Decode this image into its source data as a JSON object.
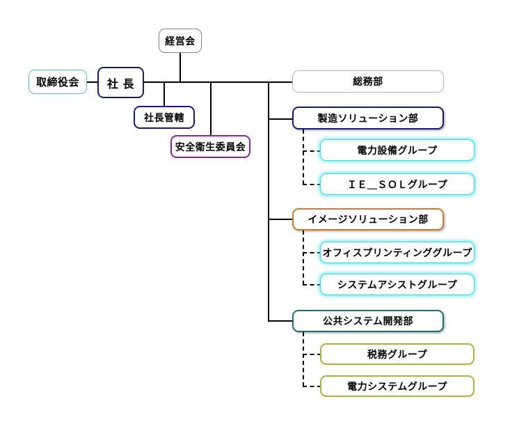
{
  "diagram": {
    "title_text": "",
    "background_color": "#ffffff",
    "line_color": "#000000",
    "colors": {
      "teal": "#5cbdbd",
      "navy": "#151a7a",
      "gray": "#808080",
      "purple": "#8e1fa8",
      "lilac": "#c7a8dd",
      "orange": "#cd7a2a",
      "dark_teal": "#1b6f74",
      "olive": "#a3b53a",
      "cyan": "#2fe0ef"
    },
    "nodes": {
      "board_of_directors": "取締役会",
      "president": "社 長",
      "management_council": "経営会",
      "president_jurisdiction": "社長管轄",
      "safety_health_committee": "安全衛生委員会",
      "general_affairs_dept": "総務部",
      "manufacturing_solution_dept": "製造ソリューション部",
      "power_equipment_group": "電力設備グループ",
      "ie_sol_group": "ＩＥ＿ＳＯＬグループ",
      "image_solution_dept": "イメージソリューション部",
      "office_printing_group": "オフィスプリンティンググループ",
      "system_assist_group": "システムアシストグループ",
      "public_system_dev_dept": "公共システム開発部",
      "tax_group": "税務グループ",
      "power_system_group": "電力システムグループ"
    }
  }
}
